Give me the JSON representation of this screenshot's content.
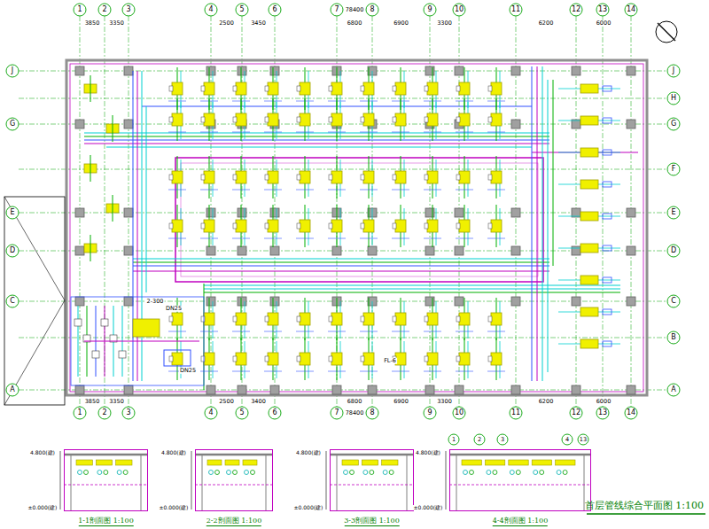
{
  "diagram": {
    "title": "首层管线综合平面图 1:100",
    "nodes": [
      {
        "text": [
          "1-1剖面图 1:100"
        ]
      },
      {
        "text": [
          "2-2剖面图 1:100"
        ]
      },
      {
        "text": [
          "3-3剖面图 1:100"
        ]
      },
      {
        "text": [
          "4-4剖面图 1:100"
        ]
      }
    ],
    "labels": [
      "1",
      "2",
      "3",
      "4",
      "5",
      "6",
      "7",
      "8",
      "9",
      "10",
      "11",
      "12",
      "13",
      "14",
      "1",
      "2",
      "3",
      "4",
      "5",
      "6",
      "7",
      "8",
      "9",
      "10",
      "11",
      "12",
      "13",
      "14",
      "J",
      "G",
      "E",
      "D",
      "C",
      "A",
      "J",
      "H",
      "G",
      "F",
      "E",
      "D",
      "C",
      "B",
      "A",
      "3850",
      "3350",
      "2500",
      "3450",
      "6800",
      "6900",
      "3300",
      "6200",
      "6000",
      "78400",
      "3850",
      "3350",
      "2500",
      "3400",
      "6800",
      "6900",
      "3300",
      "6200",
      "6000",
      "78400",
      "4.800(建)",
      "±0.000(建)",
      "4.800(建)",
      "±0.000(建)",
      "4.800(建)",
      "±0.000(建)",
      "4.800(建)",
      "±0.000(建)",
      "1",
      "2",
      "3",
      "4",
      "13",
      "FL-6",
      "DN25",
      "DN25",
      "2-300"
    ]
  }
}
